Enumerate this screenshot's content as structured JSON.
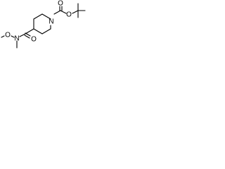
{
  "molecule": {
    "atoms": {
      "n_ring": "N",
      "o_carbonyl_carbamate": "O",
      "o_ester": "O",
      "o_carbonyl_amide": "O",
      "n_amide": "N",
      "o_methoxy": "O"
    }
  }
}
